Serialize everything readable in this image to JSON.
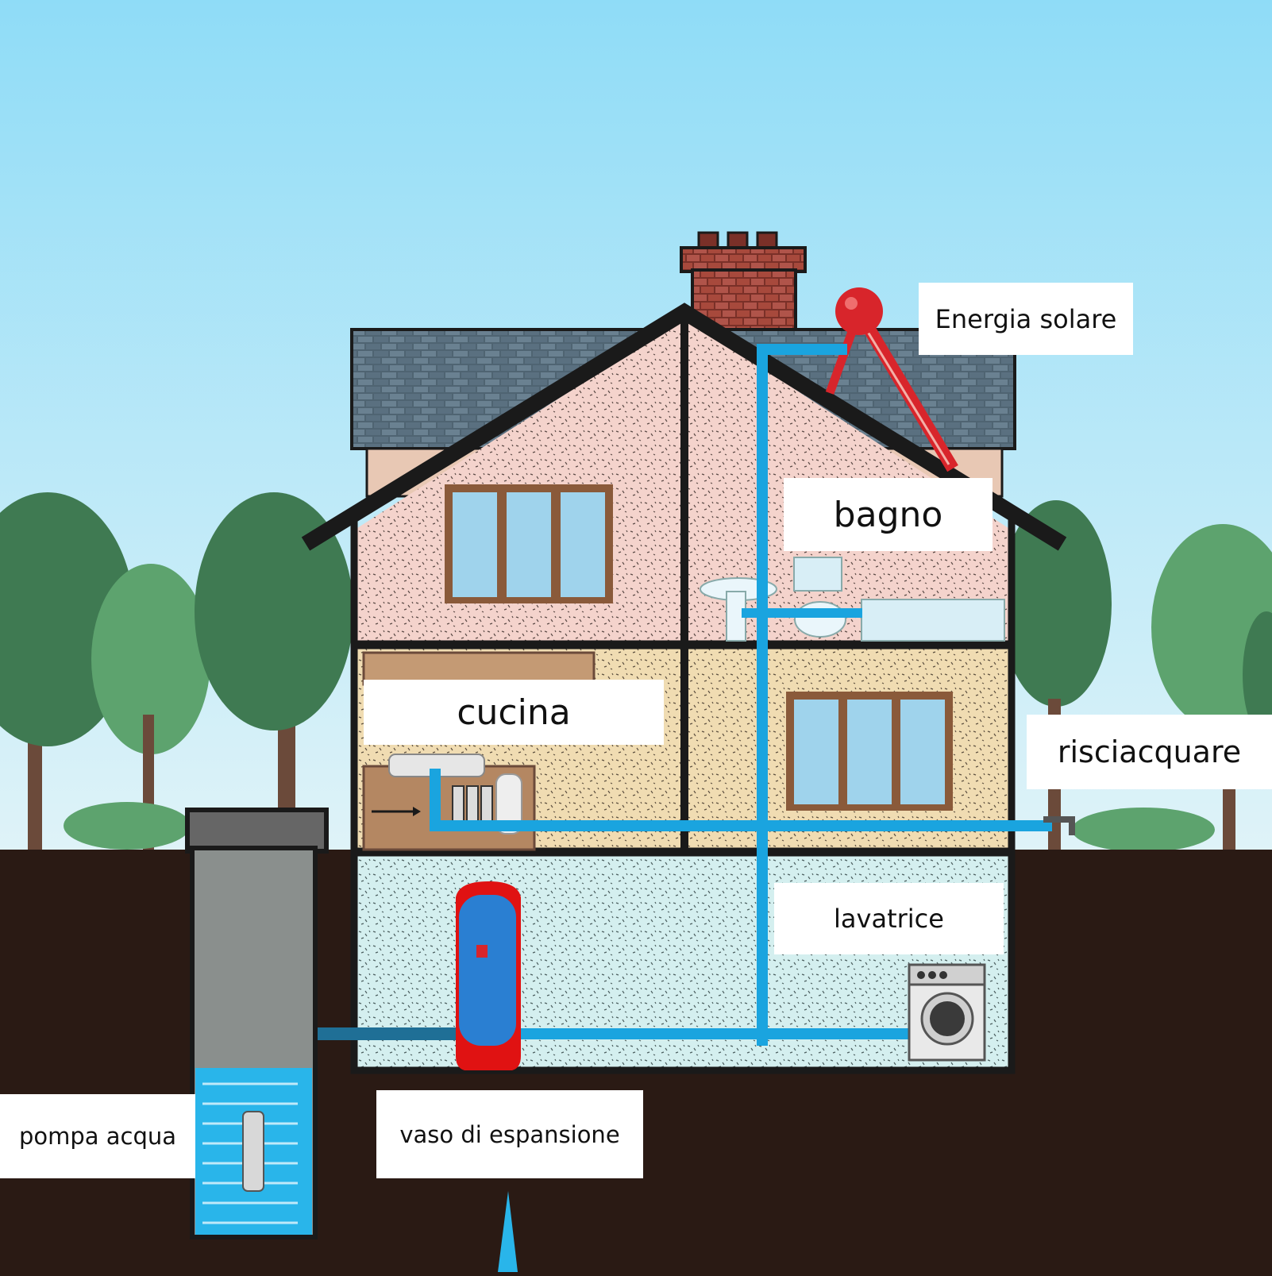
{
  "labels": {
    "solar": "Energia solare",
    "bagno": "bagno",
    "cucina": "cucina",
    "risciacquare": "risciacquare",
    "lavatrice": "lavatrice",
    "pompa": "pompa acqua",
    "vaso": "vaso di espansione"
  },
  "colors": {
    "sky_top": "#8fdcf7",
    "sky_bottom": "#d9f1f8",
    "ground": "#2a1a14",
    "pipe": "#1aa4df",
    "pipe_dark": "#1f6f96",
    "roof": "#4f6472",
    "wall_upper": "#f4d3cc",
    "wall_mid": "#f0dcb2",
    "wall_basement": "#cfeeee",
    "chimney": "#a7493c",
    "tank": "#2a7fd2",
    "tank_outline": "#e01212",
    "solar": "#d8252b",
    "tree_dark": "#3f7a52",
    "tree_light": "#5da36e",
    "water": "#29b5ea"
  }
}
